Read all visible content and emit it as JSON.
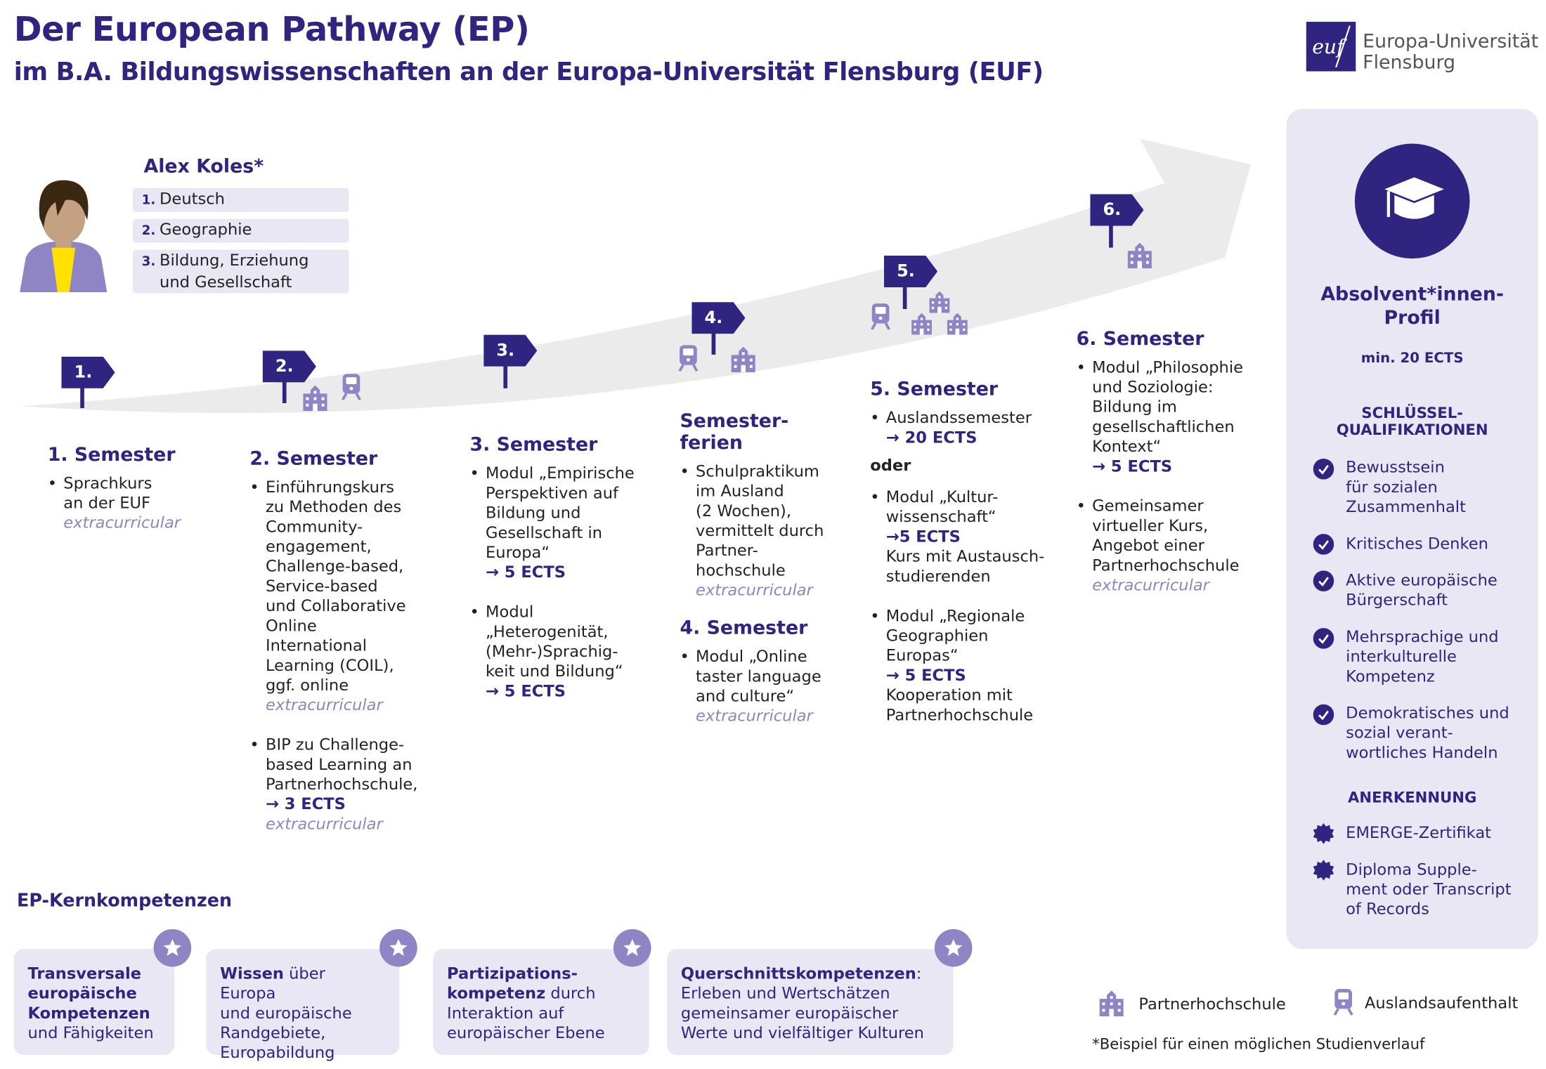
{
  "header": {
    "title": "Der European Pathway (EP)",
    "subtitle": "im B.A. Bildungswissenschaften an der Europa-Universität Flensburg (EUF)"
  },
  "logo": {
    "mark": "euf",
    "name": "Europa-Universität\nFlensburg"
  },
  "student": {
    "name": "Alex Koles*",
    "subjects": [
      {
        "num": "1.",
        "label": "Deutsch"
      },
      {
        "num": "2.",
        "label": "Geographie"
      },
      {
        "num": "3.",
        "label": "Bildung, Erziehung\nund Gesellschaft"
      }
    ]
  },
  "signposts": [
    "1.",
    "2.",
    "3.",
    "4.",
    "5.",
    "6."
  ],
  "semesters": {
    "s1": {
      "title": "1. Semester",
      "b1": {
        "text": "Sprachkurs\nan der EUF",
        "extra": "extracurricular"
      }
    },
    "s2": {
      "title": "2. Semester",
      "b1": {
        "text": "Einführungskurs\nzu Methoden des\nCommunity-\nengagement,\nChallenge-based,\nService-based\nund Collaborative\nOnline\nInternational\nLearning (COIL),\nggf. online",
        "extra": "extracurricular"
      },
      "b2": {
        "text": "BIP zu Challenge-\nbased Learning an\nPartnerhochschule,",
        "ects": "→ 3 ECTS",
        "extra": "extracurricular"
      }
    },
    "s3": {
      "title": "3. Semester",
      "b1": {
        "text": "Modul „Empirische\nPerspektiven auf\nBildung und\nGesellschaft in\nEuropa“",
        "ects": "→ 5 ECTS"
      },
      "b2": {
        "text": "Modul\n„Heterogenität,\n(Mehr-)Sprachig-\nkeit und Bildung“",
        "ects": "→ 5 ECTS"
      }
    },
    "ferien": {
      "title": "Semester-\nferien",
      "b1": {
        "text": "Schulpraktikum\nim Ausland\n(2 Wochen),\nvermittelt durch\nPartner-\nhochschule",
        "extra": "extracurricular"
      }
    },
    "s4": {
      "title": "4. Semester",
      "b1": {
        "text": "Modul „Online\ntaster language\nand culture“",
        "extra": "extracurricular"
      }
    },
    "s5": {
      "title": "5. Semester",
      "b1": {
        "text": "Auslandssemester",
        "ects": "→ 20 ECTS"
      },
      "or": "oder",
      "b2": {
        "text": "Modul „Kultur-\nwissenschaft“",
        "ects": "→5 ECTS",
        "note": "Kurs mit Austausch-\nstudierenden"
      },
      "b3": {
        "text": "Modul „Regionale\nGeographien\nEuropas“",
        "ects": "→ 5 ECTS",
        "note": "Kooperation mit\nPartnerhochschule"
      }
    },
    "s6": {
      "title": "6. Semester",
      "b1": {
        "text": "Modul „Philosophie\nund Soziologie:\nBildung im\ngesellschaftlichen\nKontext“",
        "ects": "→ 5 ECTS"
      },
      "b2": {
        "text": "Gemeinsamer\nvirtueller Kurs,\nAngebot einer\nPartnerhochschule",
        "extra": "extracurricular"
      }
    }
  },
  "profile": {
    "title": "Absolvent*innen-\nProfil",
    "min": "min. 20 ECTS",
    "key_title": "SCHLÜSSEL-\nQUALIFIKATIONEN",
    "key_items": [
      "Bewusstsein\nfür sozialen\nZusammenhalt",
      "Kritisches Denken",
      "Aktive europäische\nBürgerschaft",
      "Mehrsprachige und\ninterkulturelle\nKompetenz",
      "Demokratisches und\nsozial verant-\nwortliches Handeln"
    ],
    "recog_title": "ANERKENNUNG",
    "recog_items": [
      "EMERGE-Zertifikat",
      "Diploma Supple-\nment oder Transcript\nof Records"
    ]
  },
  "core": {
    "title": "EP-Kernkompetenzen",
    "cards": [
      {
        "bold": "Transversale\neuropäische\nKompetenzen",
        "rest": "\nund Fähigkeiten"
      },
      {
        "bold": "Wissen",
        "rest": " über Europa\nund europäische\nRandgebiete,\nEuropabildung"
      },
      {
        "bold": "Partizipations-\nkompetenz",
        "rest": " durch\nInteraktion auf\neuropäischer Ebene"
      },
      {
        "bold": "Querschnittskompetenzen",
        "rest": ":\nErleben und Wertschätzen\ngemeinsamer europäischer\nWerte und vielfältiger Kulturen"
      }
    ]
  },
  "legend": {
    "partner": "Partnerhochschule",
    "abroad": "Auslandsaufenthalt"
  },
  "footnote": "*Beispiel für einen möglichen Studienverlauf",
  "colors": {
    "primary": "#2f2581",
    "accent": "#8f85c4",
    "panel": "#e9e7f3",
    "path": "#ebebeb"
  }
}
